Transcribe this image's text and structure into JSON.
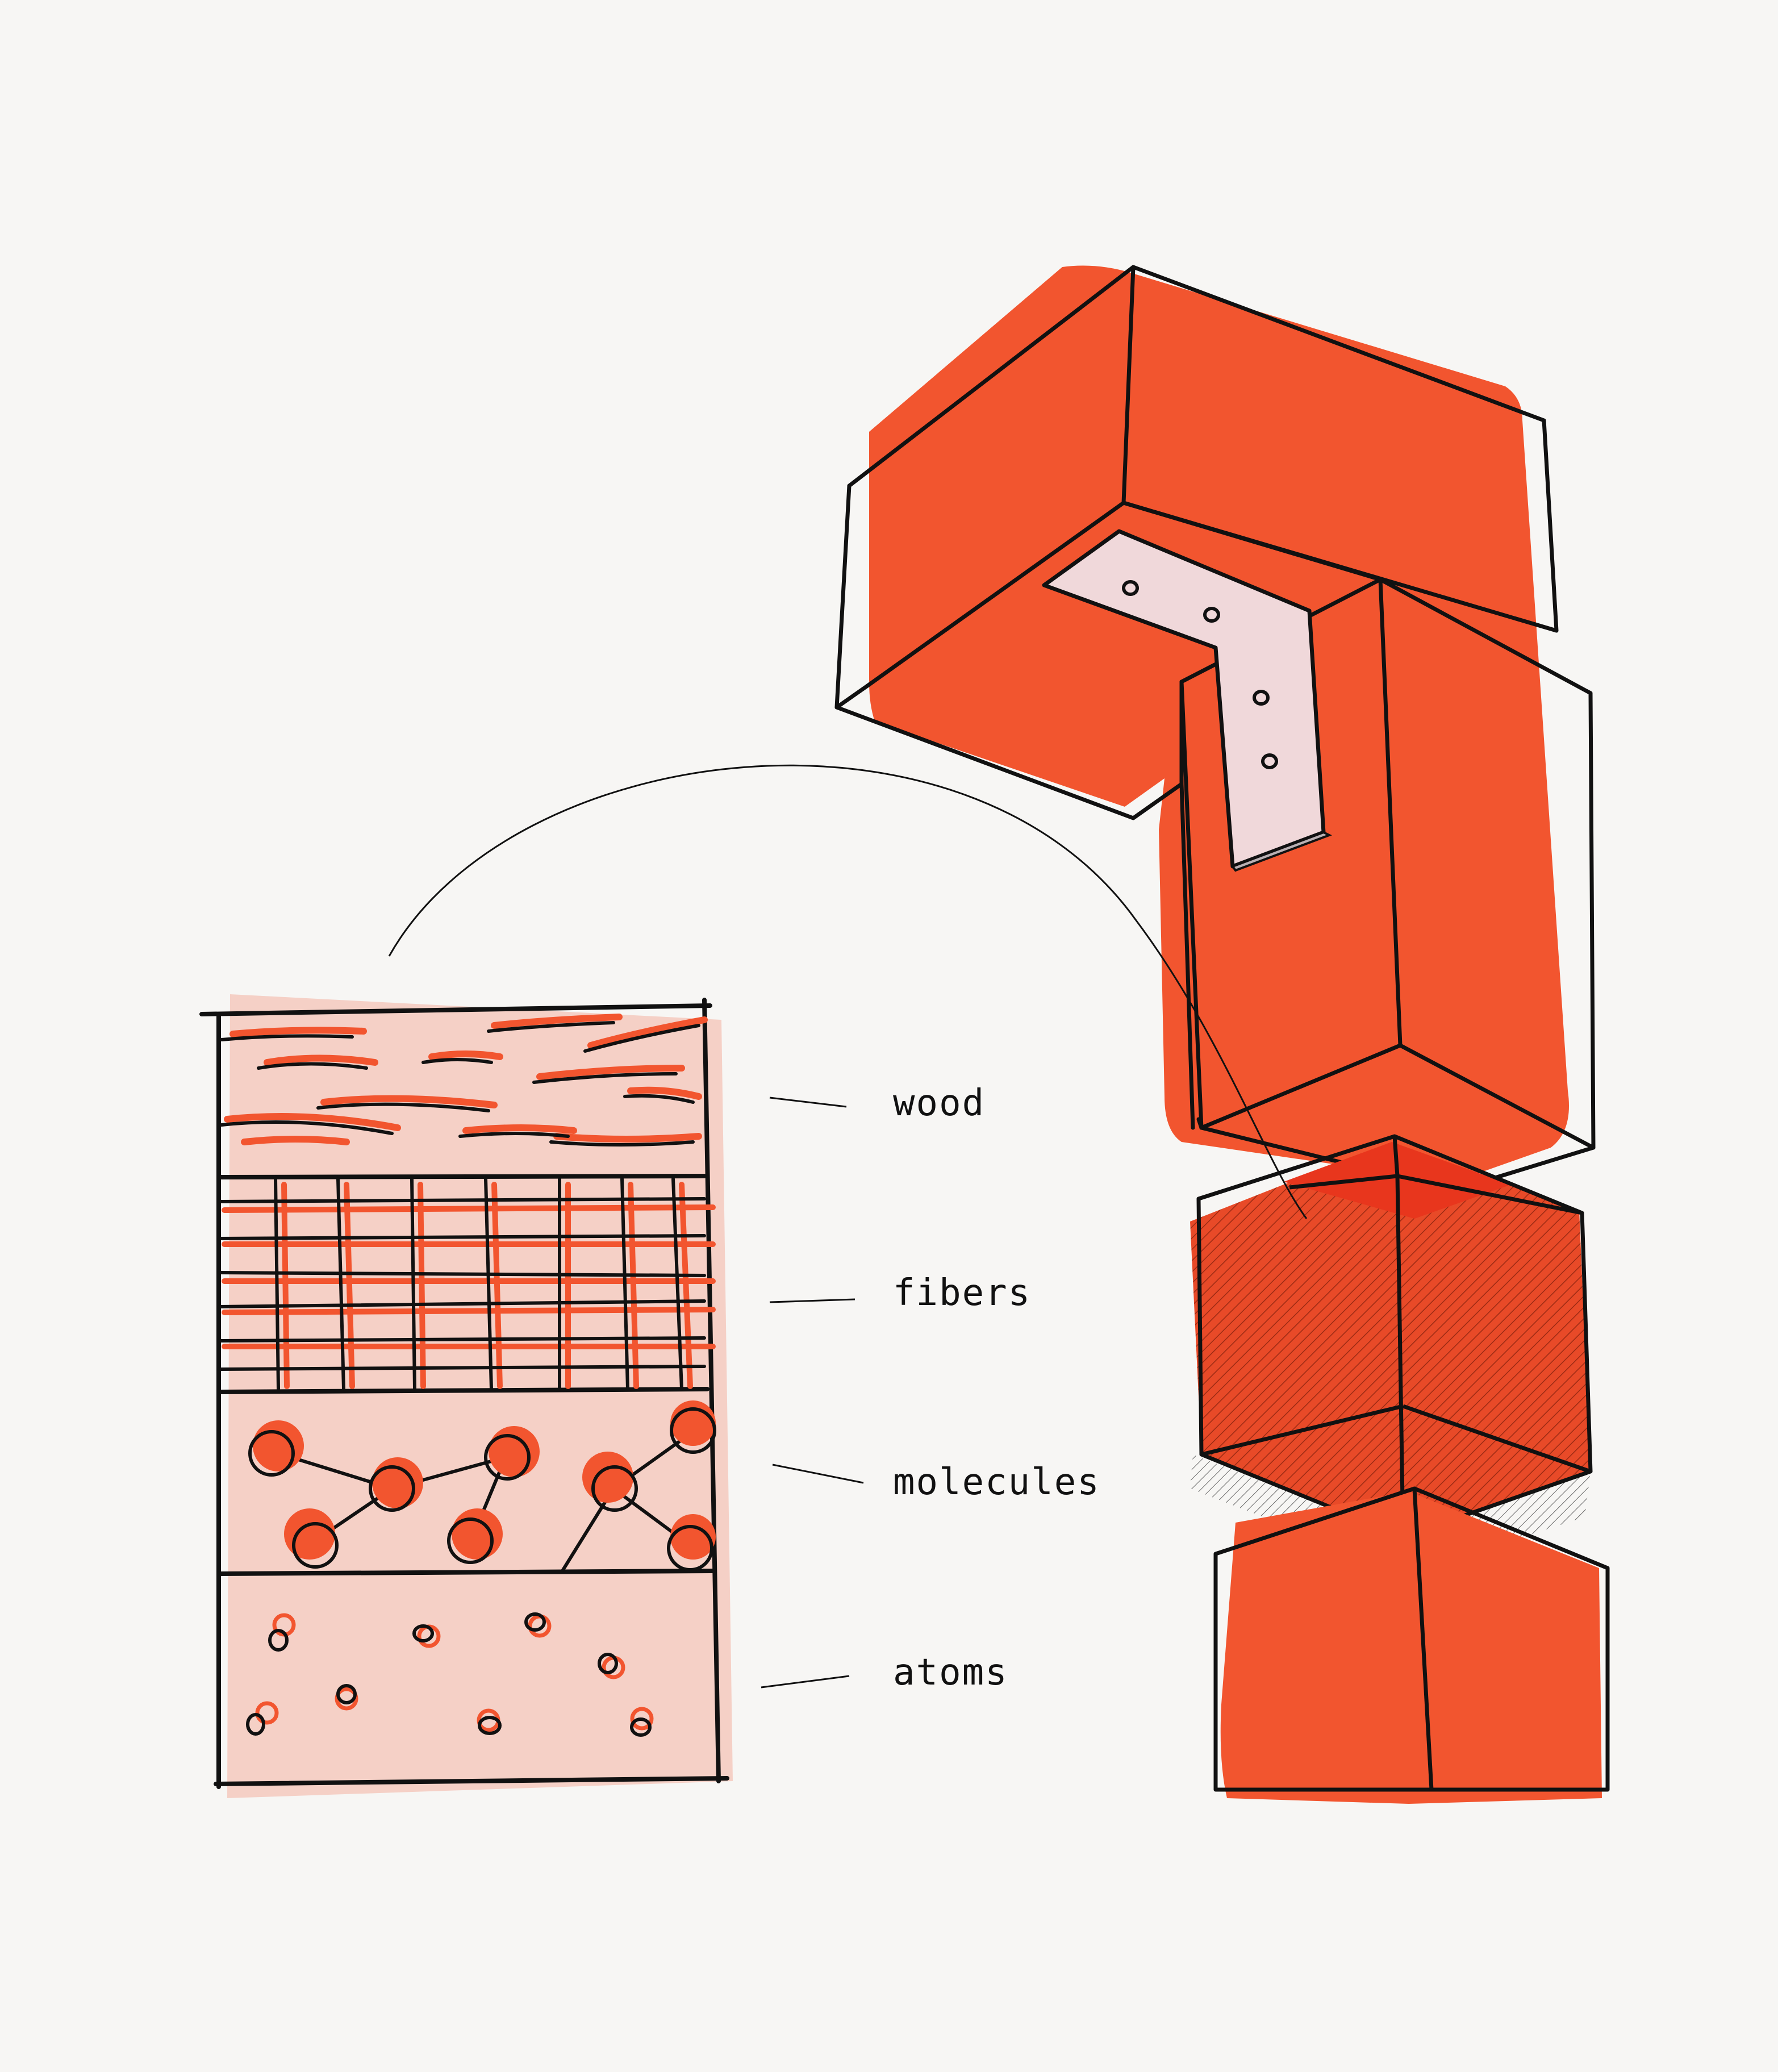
{
  "colors": {
    "background": "#f7f6f4",
    "accent": "#f2552f",
    "accent_dark": "#e8361d",
    "panel": "#f5d0c6",
    "plate": "#f0d8da",
    "ink": "#111111"
  },
  "labels": {
    "wood": "wood",
    "fibers": "fibers",
    "molecules": "molecules",
    "atoms": "atoms"
  }
}
